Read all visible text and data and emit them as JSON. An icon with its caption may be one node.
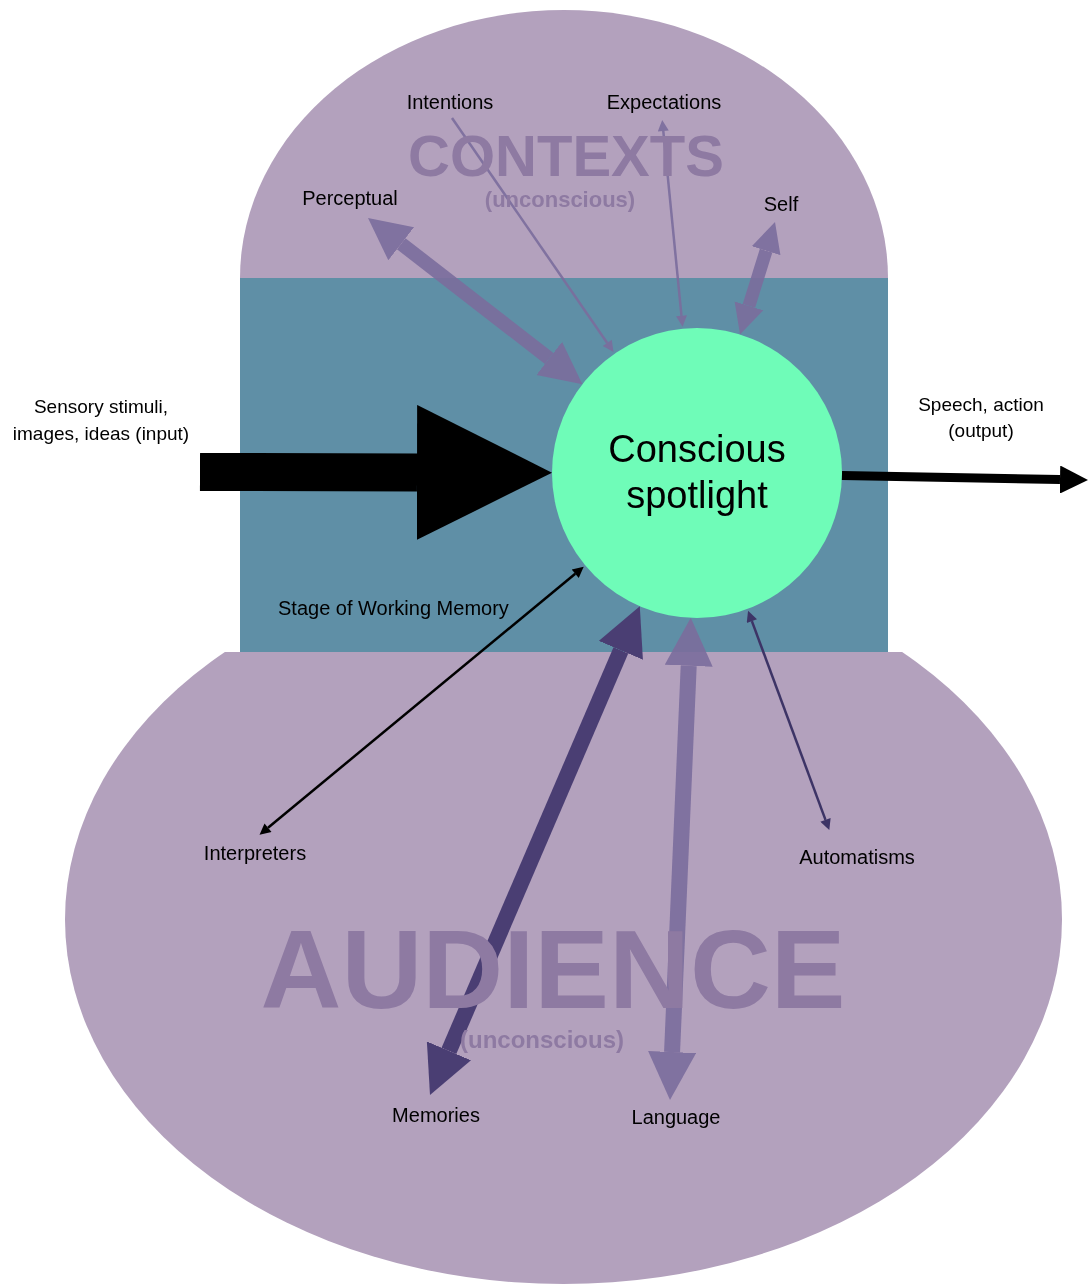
{
  "diagram": {
    "nodes": [
      {
        "text": [
          "CONTEXTS",
          "(unconscious)"
        ]
      },
      {
        "text": [
          "Stage of Working Memory"
        ]
      },
      {
        "text": [
          "AUDIENCE",
          "(unconscious)"
        ]
      },
      {
        "text": [
          "Conscious spotlight"
        ],
        "in": 1
      },
      {
        "text": [
          "Intentions"
        ],
        "in": 0
      },
      {
        "text": [
          "Expectations"
        ],
        "in": 0
      },
      {
        "text": [
          "Perceptual"
        ],
        "in": 0
      },
      {
        "text": [
          "Self"
        ],
        "in": 0
      },
      {
        "text": [
          "Interpreters"
        ],
        "in": 2
      },
      {
        "text": [
          "Automatisms"
        ],
        "in": 2
      },
      {
        "text": [
          "Memories"
        ],
        "in": 2
      },
      {
        "text": [
          "Language"
        ],
        "in": 2
      },
      {
        "text": [
          "Sensory stimuli, images, ideas (input)"
        ]
      }
    ],
    "edges": [
      {
        "from": 12,
        "to": 3,
        "arrow": "to",
        "style": "thick",
        "color": "#000000"
      },
      {
        "from": 3,
        "to": null,
        "arrow": "to",
        "color": "#000000",
        "label": "Speech, action (output)"
      },
      {
        "from": 6,
        "to": 3,
        "arrow": "both"
      },
      {
        "from": 4,
        "to": 3,
        "arrow": "to"
      },
      {
        "from": 5,
        "to": 3,
        "arrow": "both"
      },
      {
        "from": 7,
        "to": 3,
        "arrow": "both"
      },
      {
        "from": 8,
        "to": 3,
        "arrow": "both",
        "color": "#000000"
      },
      {
        "from": 10,
        "to": 3,
        "arrow": "both",
        "color": "#4a3e73"
      },
      {
        "from": 11,
        "to": 3,
        "arrow": "both"
      },
      {
        "from": 9,
        "to": 3,
        "arrow": "both",
        "color": "#3d3466"
      }
    ]
  }
}
